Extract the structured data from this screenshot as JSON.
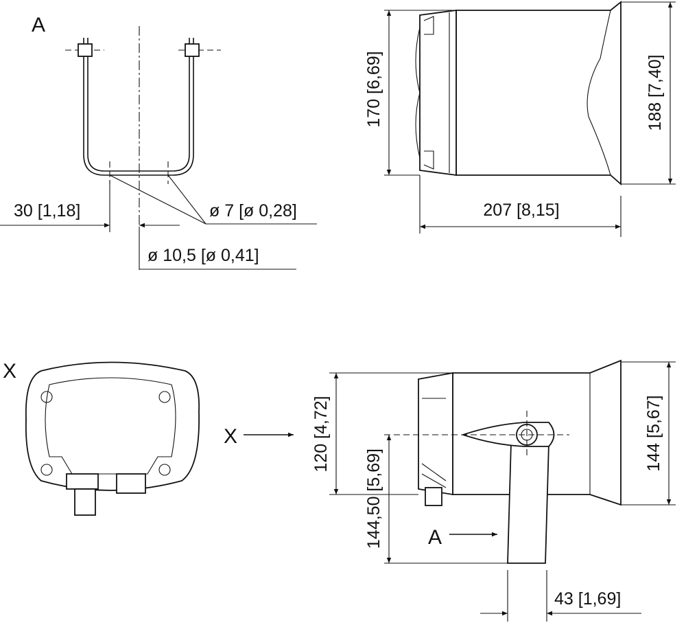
{
  "views": {
    "view_a_label": "A",
    "view_x_label": "X",
    "arrow_x_label": "X",
    "arrow_a_label": "A"
  },
  "dimensions": {
    "bracket_offset": "30 [1,18]",
    "hole_small": "ø 7 [ø 0,28]",
    "hole_large": "ø 10,5 [ø 0,41]",
    "height_body": "170 [6,69]",
    "height_horn": "188 [7,40]",
    "length": "207 [8,15]",
    "front_height_body": "120 [4,72]",
    "front_height_horn": "144 [5,67]",
    "mount_height": "144,50 [5,69]",
    "bracket_width": "43 [1,69]"
  }
}
